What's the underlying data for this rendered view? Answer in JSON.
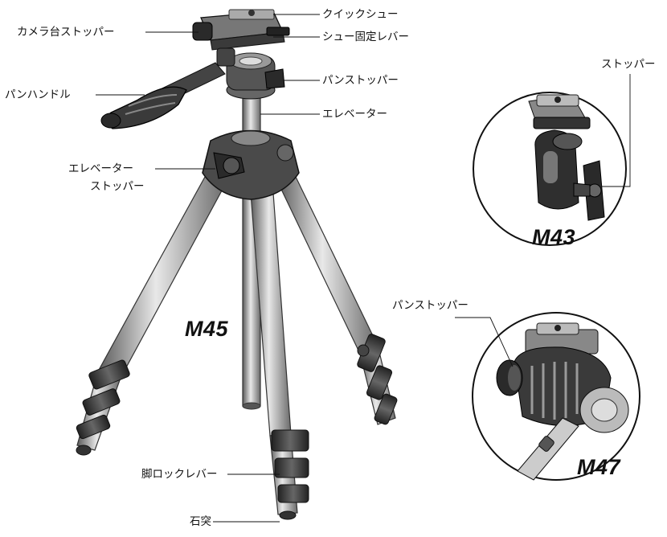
{
  "labels": {
    "quick_shoe": "クイックシュー",
    "camera_stopper": "カメラ台ストッパー",
    "shoe_lever": "シュー固定レバー",
    "pan_stopper": "パンストッパー",
    "pan_handle": "パンハンドル",
    "elevator": "エレベーター",
    "elevator_stopper_1": "エレベーター",
    "elevator_stopper_2": "ストッパー",
    "leg_lock_lever": "脚ロックレバー",
    "foot": "石突",
    "m43_stopper": "ストッパー",
    "m47_pan_stopper": "パンストッパー"
  },
  "models": {
    "m45": "M45",
    "m43": "M43",
    "m47": "M47"
  }
}
